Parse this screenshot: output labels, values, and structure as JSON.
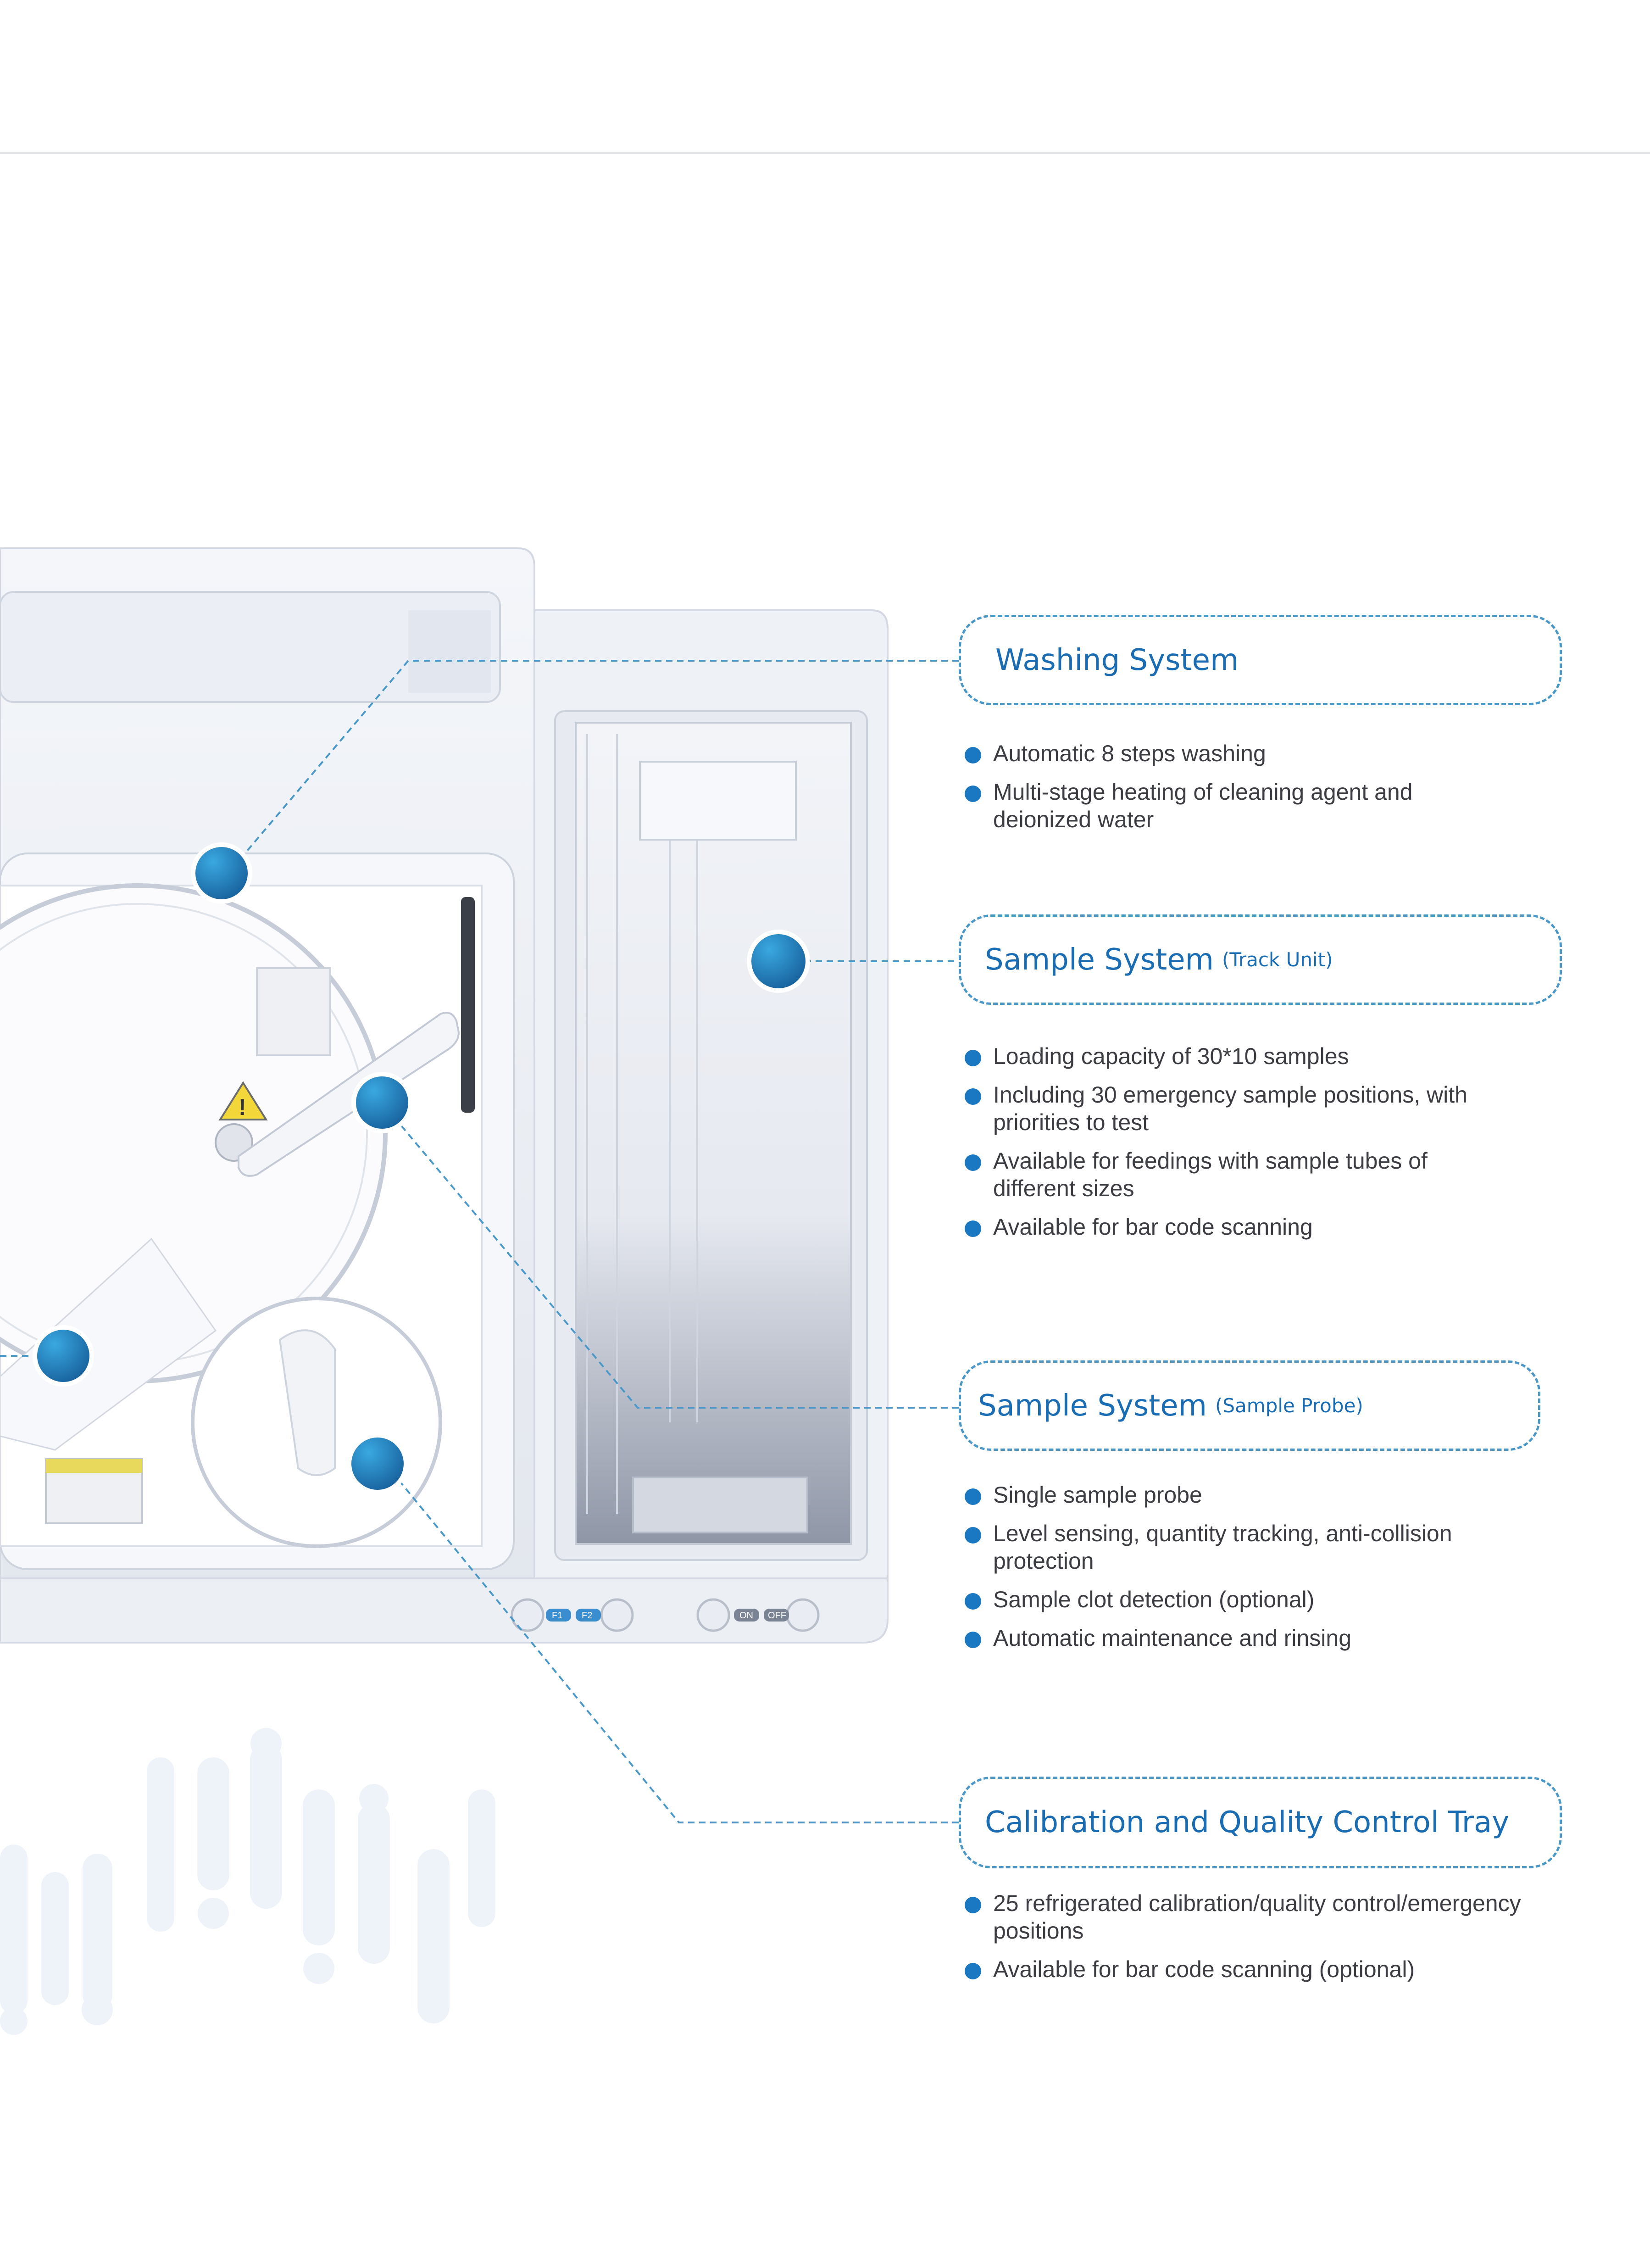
{
  "callouts": [
    {
      "title": "Washing System",
      "subtitle": "",
      "bullets": [
        "Automatic 8 steps washing",
        "Multi-stage heating of cleaning agent and deionized water"
      ]
    },
    {
      "title": "Sample System",
      "subtitle": "(Track Unit)",
      "bullets": [
        "Loading capacity of 30*10 samples",
        "Including 30 emergency sample positions, with priorities to test",
        "Available for feedings with sample tubes of different sizes",
        "Available for bar code scanning"
      ]
    },
    {
      "title": "Sample System",
      "subtitle": "(Sample Probe)",
      "bullets": [
        "Single sample probe",
        "Level sensing, quantity tracking, anti-collision protection",
        "Sample clot detection (optional)",
        "Automatic maintenance and rinsing"
      ]
    },
    {
      "title": "Calibration and Quality Control Tray",
      "subtitle": "",
      "bullets": [
        "25 refrigerated calibration/quality control/emergency positions",
        "Available for bar code scanning (optional)"
      ]
    }
  ],
  "panel_buttons": [
    "F1",
    "F2",
    "ON",
    "OFF"
  ],
  "colors": {
    "accent": "#1a6cb3",
    "bullet": "#1a78c2",
    "dash": "#4a98c8"
  }
}
